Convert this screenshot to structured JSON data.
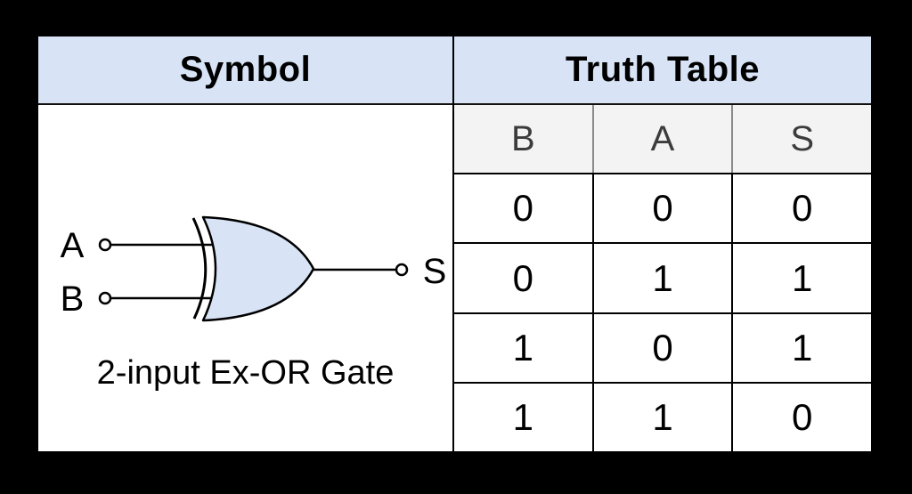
{
  "window": {
    "background": "#000000"
  },
  "panel": {
    "columns": [
      {
        "header": "Symbol"
      },
      {
        "header": "Truth Table"
      }
    ]
  },
  "symbol": {
    "inputs": [
      "A",
      "B"
    ],
    "output": "S",
    "caption": "2-input Ex-OR Gate",
    "gate_fill": "#d8e4f6"
  },
  "truth_table": {
    "columns": [
      "B",
      "A",
      "S"
    ],
    "rows": [
      [
        "0",
        "0",
        "0"
      ],
      [
        "0",
        "1",
        "1"
      ],
      [
        "1",
        "0",
        "1"
      ],
      [
        "1",
        "1",
        "0"
      ]
    ]
  },
  "colors": {
    "header_bg": "#d8e4f6",
    "subheader_bg": "#f3f3f3",
    "subheader_text": "#3c3c3c",
    "grid_line": "#000000",
    "subheader_divider": "#8a8a8a"
  }
}
